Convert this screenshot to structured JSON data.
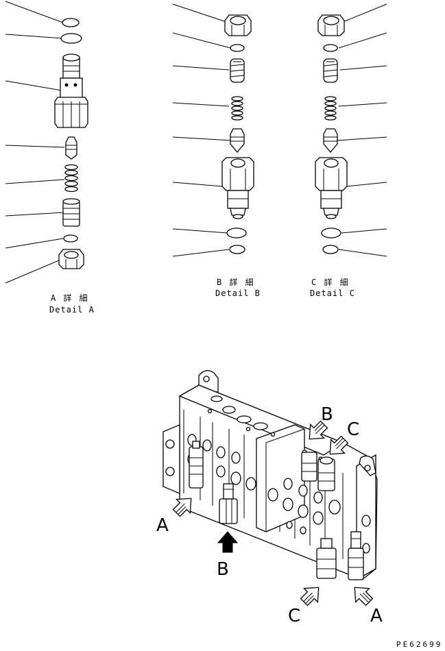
{
  "detail_a": {
    "title": "A 詳 細",
    "subtitle": "Detail A"
  },
  "detail_b": {
    "title": "B 詳 細",
    "subtitle": "Detail B"
  },
  "detail_c": {
    "title": "C 詳 細",
    "subtitle": "Detail C"
  },
  "callouts": {
    "a1": "A",
    "a2": "A",
    "b1": "B",
    "b2": "B",
    "c1": "C",
    "c2": "C"
  },
  "drawing_code": "PE62699"
}
